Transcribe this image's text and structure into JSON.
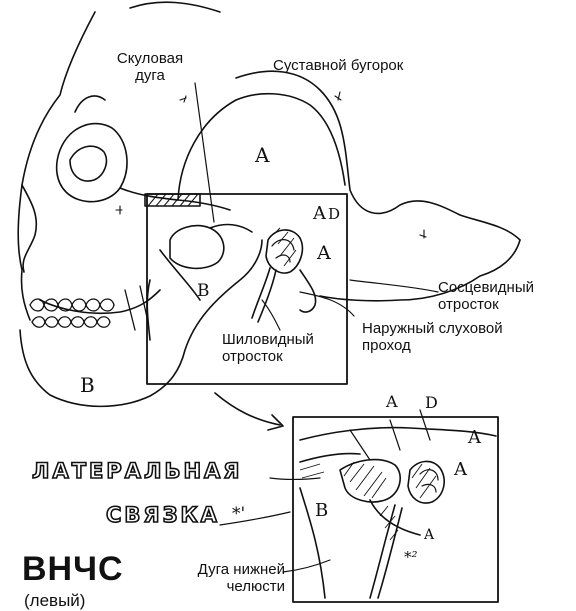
{
  "labels": {
    "zygomatic_arch": "Скуловая\nдуга",
    "articular_tubercle": "Суставной бугорок",
    "mastoid_process": "Сосцевидный\nотросток",
    "ext_auditory_canal": "Наружный слуховой\nпроход",
    "styloid_process": "Шиловидный\nотросток",
    "mandible_arch": "Дуга нижней\nчелюсти"
  },
  "outline_title": {
    "line1": "ЛАТЕРАЛЬНАЯ",
    "line2": "СВЯЗКА",
    "line2_mark": "*'"
  },
  "main_title": "ВНЧС",
  "main_subtitle": "(левый)",
  "letters": {
    "a": "A",
    "b": "B",
    "d": "D"
  },
  "star_note": "*²",
  "colors": {
    "ink": "#111111",
    "paper": "#ffffff"
  }
}
